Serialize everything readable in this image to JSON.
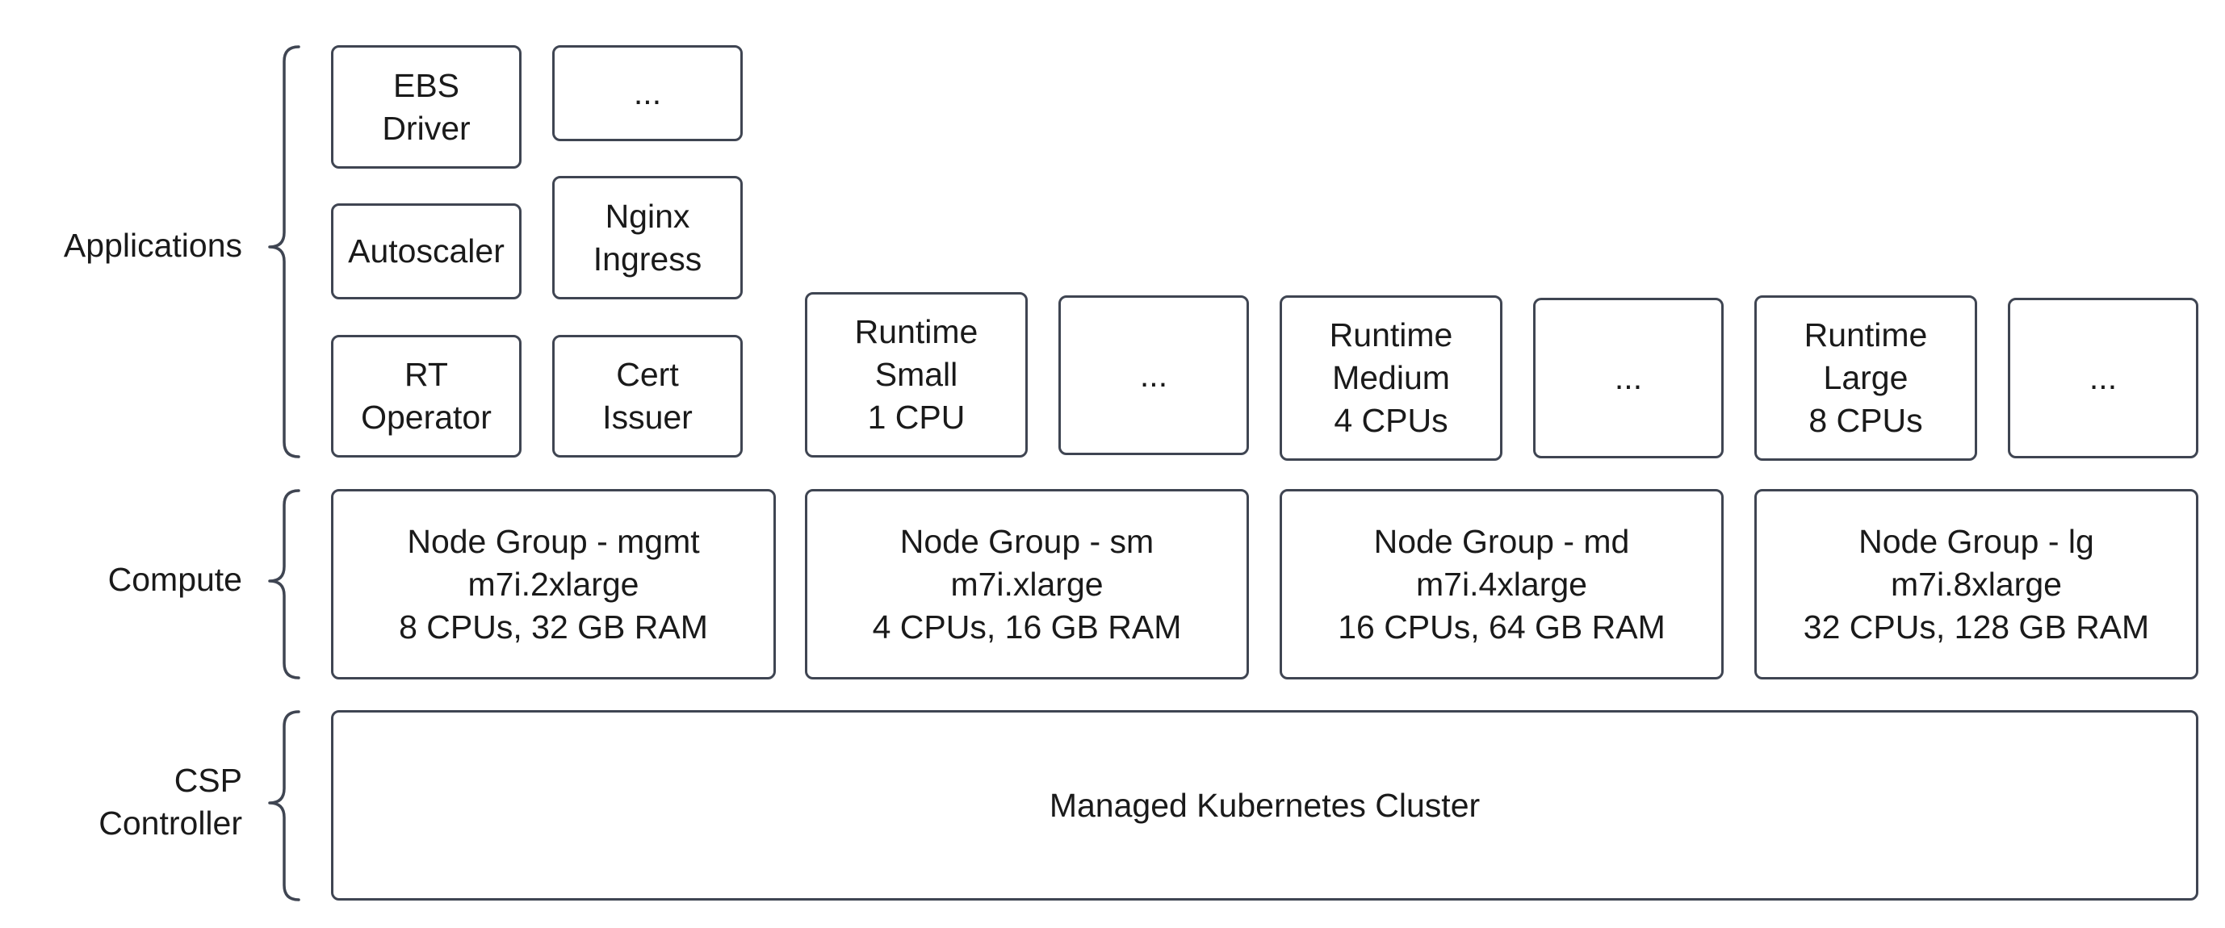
{
  "layers": {
    "applications": {
      "lines": [
        "Applications"
      ]
    },
    "compute": {
      "lines": [
        "Compute"
      ]
    },
    "csp": {
      "lines": [
        "CSP",
        "Controller"
      ]
    }
  },
  "apps": {
    "ebs_driver": {
      "lines": [
        "EBS",
        "Driver"
      ]
    },
    "mgmt_more": {
      "lines": [
        "..."
      ]
    },
    "autoscaler": {
      "lines": [
        "Autoscaler"
      ]
    },
    "nginx_ingress": {
      "lines": [
        "Nginx",
        "Ingress"
      ]
    },
    "rt_operator": {
      "lines": [
        "RT",
        "Operator"
      ]
    },
    "cert_issuer": {
      "lines": [
        "Cert",
        "Issuer"
      ]
    },
    "runtime_small": {
      "lines": [
        "Runtime",
        "Small",
        "1 CPU"
      ]
    },
    "small_more": {
      "lines": [
        "..."
      ]
    },
    "runtime_medium": {
      "lines": [
        "Runtime",
        "Medium",
        "4 CPUs"
      ]
    },
    "medium_more": {
      "lines": [
        "..."
      ]
    },
    "runtime_large": {
      "lines": [
        "Runtime",
        "Large",
        "8 CPUs"
      ]
    },
    "large_more": {
      "lines": [
        "..."
      ]
    }
  },
  "node_groups": {
    "mgmt": {
      "lines": [
        "Node Group - mgmt",
        "m7i.2xlarge",
        "8 CPUs, 32 GB RAM"
      ]
    },
    "sm": {
      "lines": [
        "Node Group - sm",
        "m7i.xlarge",
        "4 CPUs, 16 GB RAM"
      ]
    },
    "md": {
      "lines": [
        "Node Group - md",
        "m7i.4xlarge",
        "16 CPUs, 64 GB RAM"
      ]
    },
    "lg": {
      "lines": [
        "Node Group - lg",
        "m7i.8xlarge",
        "32 CPUs, 128 GB RAM"
      ]
    }
  },
  "cluster": {
    "lines": [
      "Managed Kubernetes Cluster"
    ]
  }
}
